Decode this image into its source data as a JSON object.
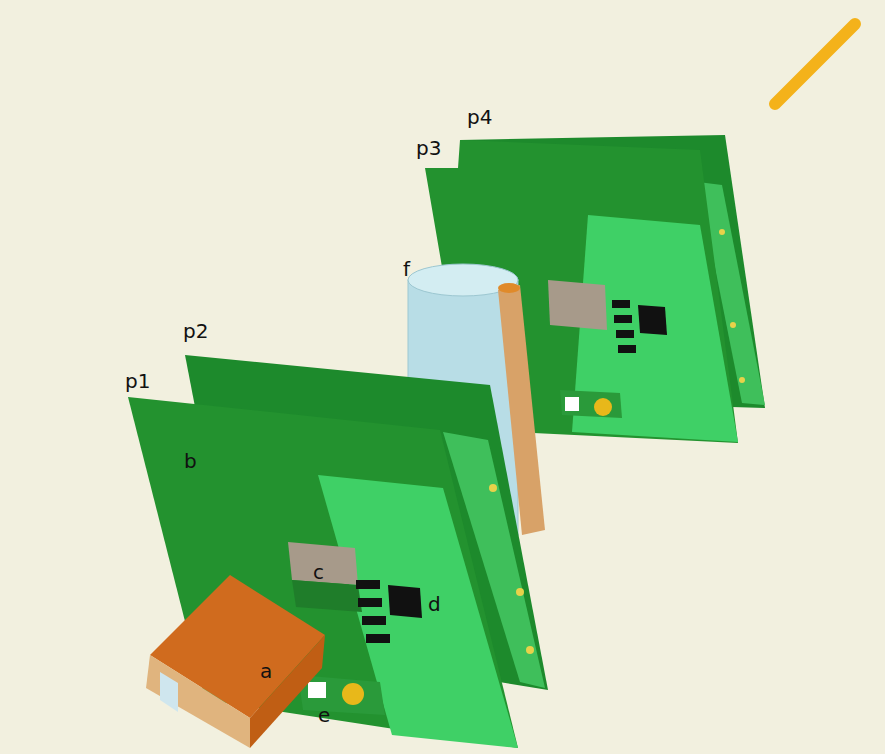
{
  "diagram": {
    "labels": [
      "p4",
      "p3",
      "f",
      "p2",
      "p1",
      "b",
      "c",
      "d",
      "a",
      "e"
    ]
  }
}
